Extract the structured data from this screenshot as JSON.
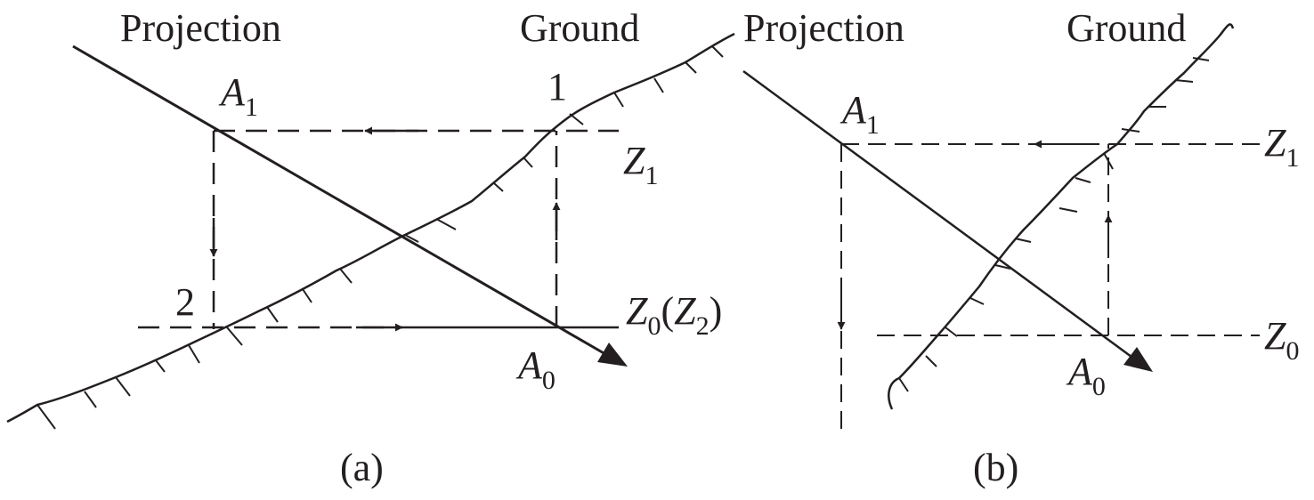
{
  "panel_a": {
    "projection_label": "Projection",
    "ground_label": "Ground",
    "point_1": "1",
    "point_2": "2",
    "A1_main": "A",
    "A1_sub": "1",
    "A0_main": "A",
    "A0_sub": "0",
    "Z1_main": "Z",
    "Z1_sub": "1",
    "Z0_main": "Z",
    "Z0_sub": "0",
    "Z0_paren_open": "(",
    "Z2_main": "Z",
    "Z2_sub": "2",
    "Z0_paren_close": ")",
    "caption": "(a)"
  },
  "panel_b": {
    "projection_label": "Projection",
    "ground_label": "Ground",
    "A1_main": "A",
    "A1_sub": "1",
    "A0_main": "A",
    "A0_sub": "0",
    "Z1_main": "Z",
    "Z1_sub": "1",
    "Z0_main": "Z",
    "Z0_sub": "0",
    "caption": "(b)"
  }
}
